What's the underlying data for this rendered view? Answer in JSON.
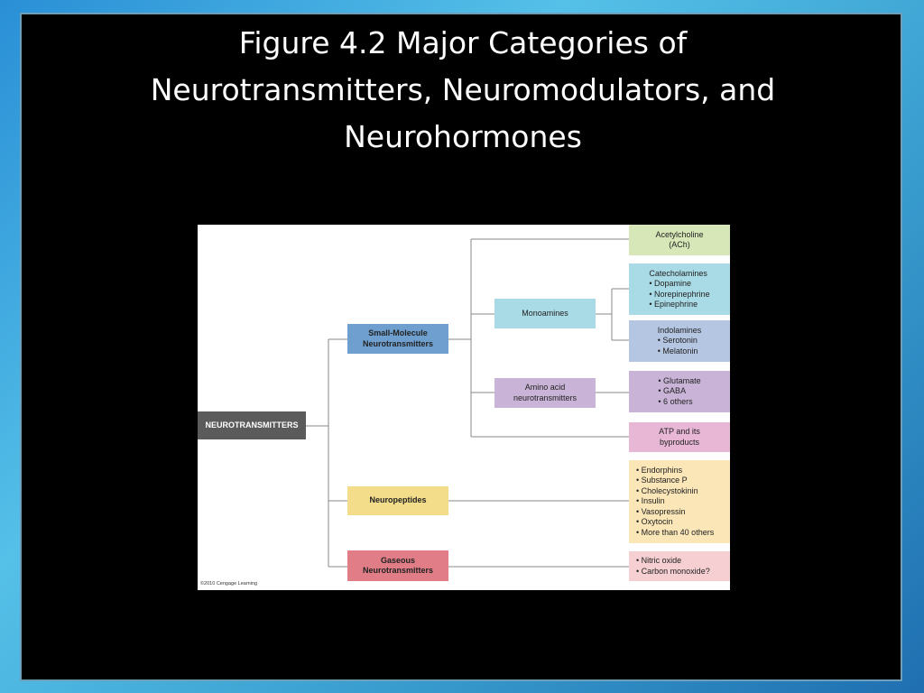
{
  "title": {
    "line1": "Figure 4.2 Major Categories of",
    "line2": "Neurotransmitters, Neuromodulators, and",
    "line3": "Neurohormones"
  },
  "diagram": {
    "root": "NEUROTRANSMITTERS",
    "small_molecule": [
      "Small-Molecule",
      "Neurotransmitters"
    ],
    "neuropeptides": "Neuropeptides",
    "gaseous": [
      "Gaseous",
      "Neurotransmitters"
    ],
    "monoamines": "Monoamines",
    "amino_acid": [
      "Amino acid",
      "neurotransmitters"
    ],
    "acetylcholine": [
      "Acetylcholine",
      "(ACh)"
    ],
    "catecholamines": [
      "Catecholamines",
      "• Dopamine",
      "• Norepinephrine",
      "• Epinephrine"
    ],
    "indolamines": [
      "Indolamines",
      "• Serotonin",
      "• Melatonin"
    ],
    "amino_list": [
      "• Glutamate",
      "• GABA",
      "• 6 others"
    ],
    "atp": [
      "ATP and its",
      "byproducts"
    ],
    "peptide_list": [
      "• Endorphins",
      "• Substance P",
      "• Cholecystokinin",
      "• Insulin",
      "• Vasopressin",
      "• Oxytocin",
      "• More than 40 others"
    ],
    "gas_list": [
      "• Nitric oxide",
      "• Carbon monoxide?"
    ],
    "credit": "©2010 Cengage Learning"
  },
  "colors": {
    "root": "#5b5b5b",
    "small_molecule": "#6e9fcf",
    "neuropeptides": "#f3dd8a",
    "gaseous": "#e07d86",
    "acetylcholine": "#d7e7b8",
    "monoamines": "#a9dbe6",
    "amino": "#c9b4d8",
    "indolamines": "#b5c6e2",
    "atp": "#e8b7d6",
    "peptide_list": "#fbe6b8",
    "gas_list": "#f6cfd2"
  }
}
